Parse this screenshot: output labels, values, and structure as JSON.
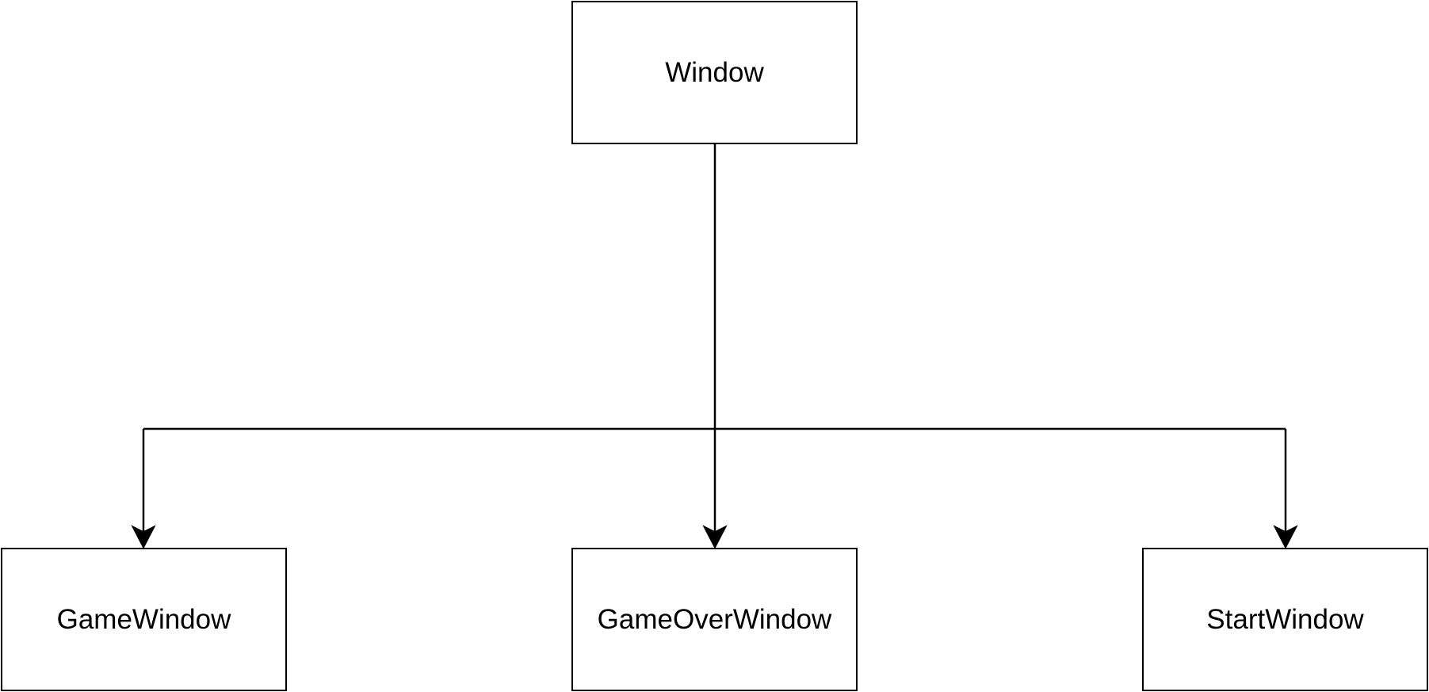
{
  "nodes": {
    "window": "Window",
    "game_window": "GameWindow",
    "game_over_window": "GameOverWindow",
    "start_window": "StartWindow"
  },
  "edges": [
    {
      "from": "Window",
      "to": "GameWindow"
    },
    {
      "from": "Window",
      "to": "GameOverWindow"
    },
    {
      "from": "Window",
      "to": "StartWindow"
    }
  ],
  "colors": {
    "stroke": "#000000",
    "background": "#ffffff"
  }
}
